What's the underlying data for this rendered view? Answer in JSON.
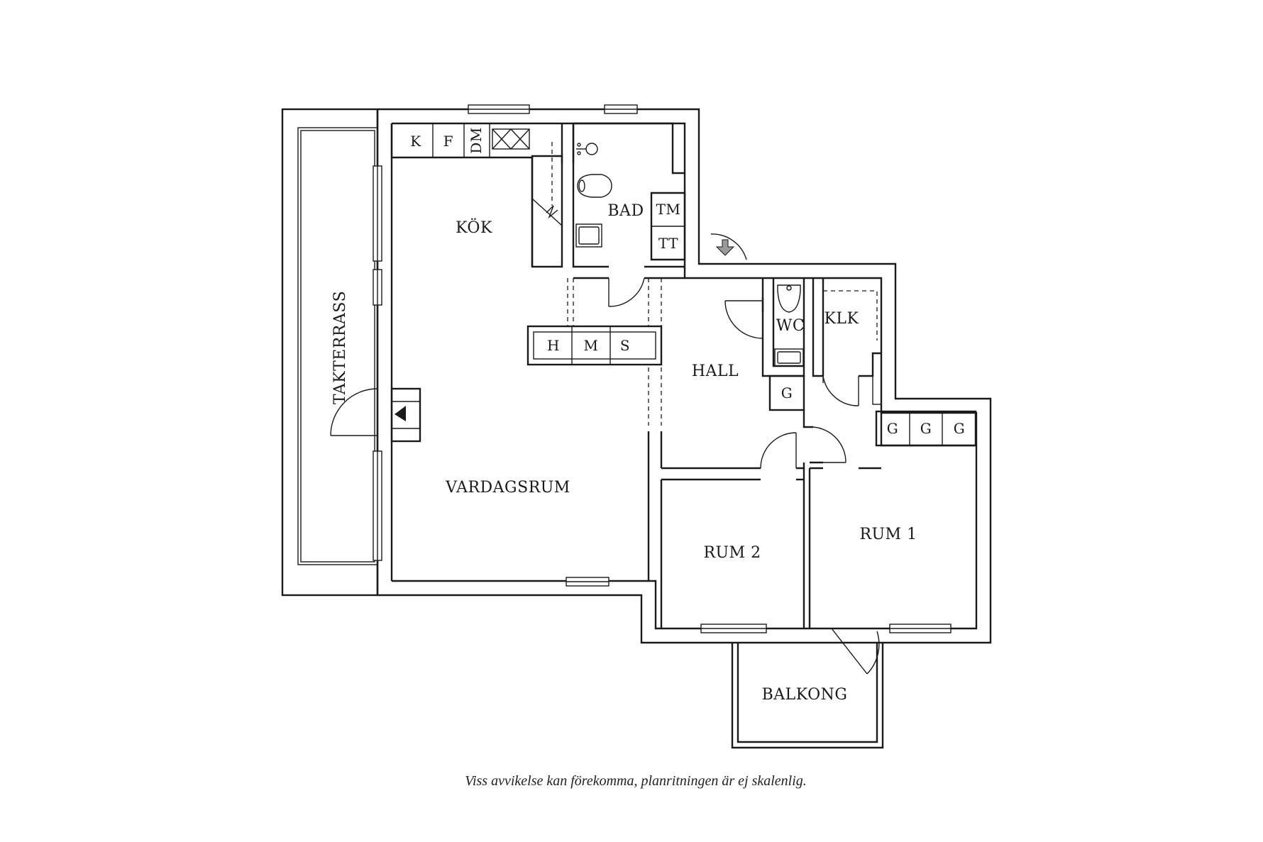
{
  "rooms": {
    "takterrass": "TAKTERRASS",
    "kok": "KÖK",
    "bad": "BAD",
    "vardagsrum": "VARDAGSRUM",
    "hall": "HALL",
    "wc": "WC",
    "klk": "KLK",
    "rum1": "RUM 1",
    "rum2": "RUM 2",
    "balkong": "BALKONG"
  },
  "fixtures": {
    "kitchen": [
      "K",
      "F",
      "DM"
    ],
    "bath": [
      "TM",
      "TT"
    ],
    "hall_storage": [
      "H",
      "M",
      "S"
    ],
    "wardrobe_wc": "G",
    "wardrobes_rum1": [
      "G",
      "G",
      "G"
    ]
  },
  "disclaimer": "Viss avvikelse kan förekomma, planritningen är ej skalenlig."
}
